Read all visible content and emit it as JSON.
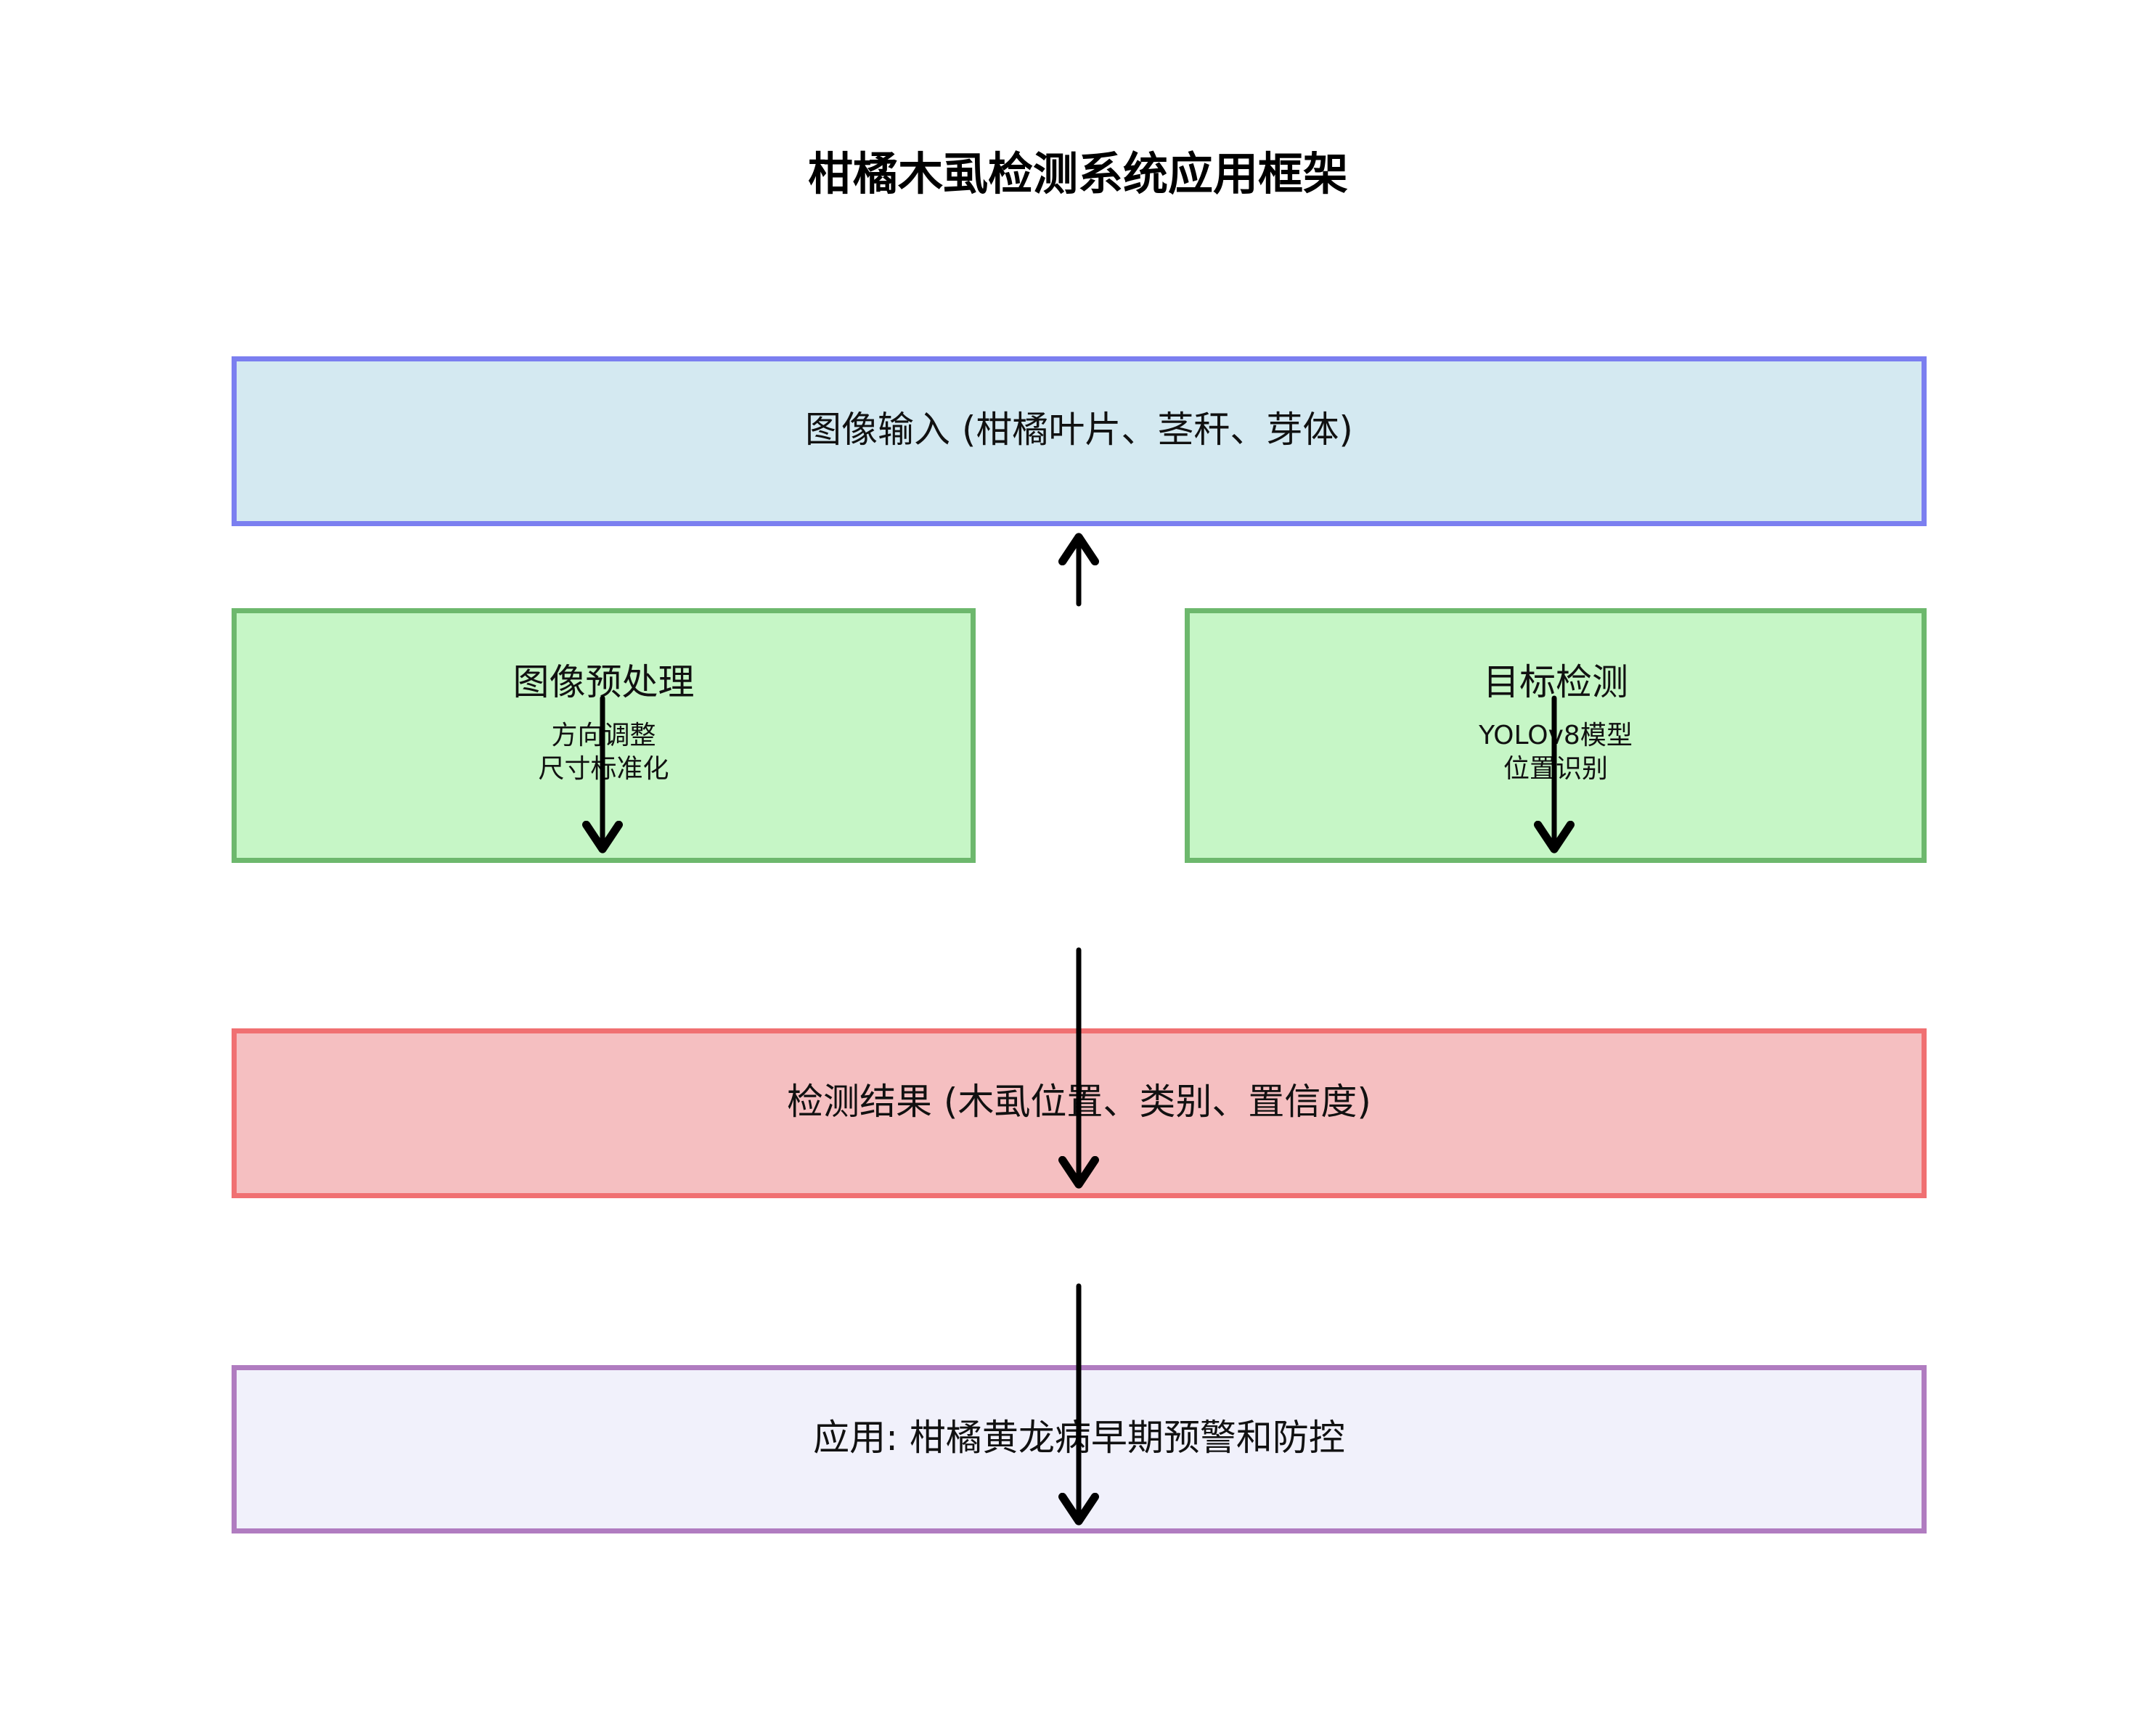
{
  "diagram": {
    "title": "柑橘木虱检测系统应用框架",
    "boxes": {
      "input": {
        "label": "图像输入 (柑橘叶片、茎秆、芽体)",
        "fill": "#d4e9f1",
        "border": "#7b7ff0"
      },
      "preprocess": {
        "label": "图像预处理",
        "sub_line1": "方向调整",
        "sub_line2": "尺寸标准化",
        "fill": "#c6f6c6",
        "border": "#6db86d"
      },
      "detection": {
        "label": "目标检测",
        "sub_line1": "YOLOv8模型",
        "sub_line2": "位置识别",
        "fill": "#c6f6c6",
        "border": "#6db86d"
      },
      "result": {
        "label": "检测结果 (木虱位置、类别、置信度)",
        "fill": "#f5bfc1",
        "border": "#f07072"
      },
      "application": {
        "label": "应用: 柑橘黄龙病早期预警和防控",
        "fill": "#f1f1fb",
        "border": "#b07cc0"
      }
    },
    "arrow_color": "#000000"
  }
}
